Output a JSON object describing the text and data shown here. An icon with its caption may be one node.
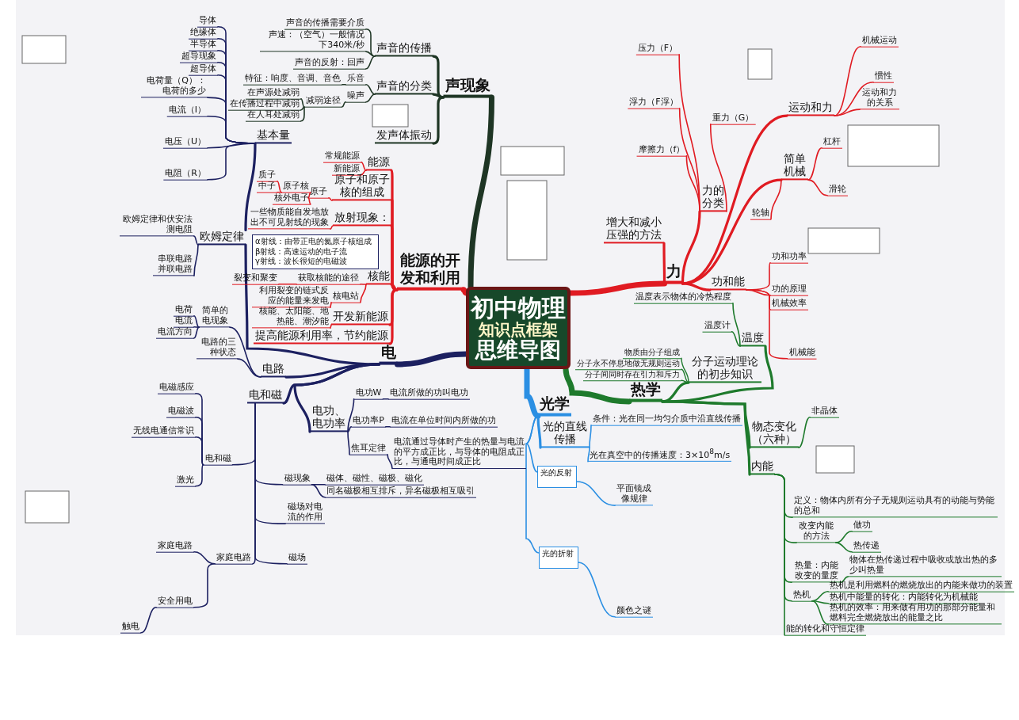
{
  "diagram": {
    "nodes": [
      {
        "text": [
          "初中物理",
          "知识点框架",
          "思维导图"
        ]
      },
      {
        "text": [
          "声现象"
        ]
      },
      {
        "text": [
          "声音的传播"
        ]
      },
      {
        "text": [
          "声音的分类"
        ]
      },
      {
        "text": [
          "发声体振动"
        ]
      },
      {
        "text": [
          "声音的传播需要介质"
        ]
      },
      {
        "text": [
          "声速：（空气）一般情况下340米/秒"
        ]
      },
      {
        "text": [
          "声音的反射：回声"
        ]
      },
      {
        "text": [
          "乐音"
        ]
      },
      {
        "text": [
          "特征：响度、音调、音色"
        ]
      },
      {
        "text": [
          "噪声"
        ]
      },
      {
        "text": [
          "减弱途径"
        ]
      },
      {
        "text": [
          "在声源处减弱"
        ]
      },
      {
        "text": [
          "在传播过程中减弱"
        ]
      },
      {
        "text": [
          "在人耳处减弱"
        ]
      },
      {
        "text": [
          "能源的开发和利用"
        ]
      },
      {
        "text": [
          "能源"
        ]
      },
      {
        "text": [
          "常规能源"
        ]
      },
      {
        "text": [
          "新能源"
        ]
      },
      {
        "text": [
          "原子和原子核的组成"
        ]
      },
      {
        "text": [
          "原子"
        ]
      },
      {
        "text": [
          "原子核"
        ]
      },
      {
        "text": [
          "核外电子"
        ]
      },
      {
        "text": [
          "质子"
        ]
      },
      {
        "text": [
          "中子"
        ]
      },
      {
        "text": [
          "放射现象："
        ]
      },
      {
        "text": [
          "一些物质能自发地放出不可见射线的现象"
        ]
      },
      {
        "text": [
          "α射线：由带正电的氦原子核组成",
          "β射线：高速运动的电子流",
          "γ射线：波长很短的电磁波"
        ]
      },
      {
        "text": [
          "核能"
        ]
      },
      {
        "text": [
          "获取核能的途径"
        ]
      },
      {
        "text": [
          "裂变和聚变"
        ]
      },
      {
        "text": [
          "核电站"
        ]
      },
      {
        "text": [
          "利用裂变的链式反应的能量来发电"
        ]
      },
      {
        "text": [
          "开发新能源"
        ]
      },
      {
        "text": [
          "核能、太阳能、地热能、潮汐能"
        ]
      },
      {
        "text": [
          "提高能源利用率，节约能源"
        ]
      },
      {
        "text": [
          "电"
        ]
      },
      {
        "text": [
          "欧姆定律"
        ]
      },
      {
        "text": [
          "基本量"
        ]
      },
      {
        "text": [
          "导体"
        ]
      },
      {
        "text": [
          "绝缘体"
        ]
      },
      {
        "text": [
          "半导体"
        ]
      },
      {
        "text": [
          "超导现象"
        ]
      },
      {
        "text": [
          "超导体"
        ]
      },
      {
        "text": [
          "电荷量（Q）：电荷的多少"
        ]
      },
      {
        "text": [
          "电流（I）"
        ]
      },
      {
        "text": [
          "电压（U）"
        ]
      },
      {
        "text": [
          "电阻（R）"
        ]
      },
      {
        "text": [
          "欧姆定律和伏安法测电阻"
        ]
      },
      {
        "text": [
          "串联电路并联电路"
        ]
      },
      {
        "text": [
          "电路"
        ]
      },
      {
        "text": [
          "简单的电现象"
        ]
      },
      {
        "text": [
          "电荷"
        ]
      },
      {
        "text": [
          "电流"
        ]
      },
      {
        "text": [
          "电流方向"
        ]
      },
      {
        "text": [
          "电路的三种状态"
        ]
      },
      {
        "text": [
          "电和磁"
        ]
      },
      {
        "text": [
          "电和磁"
        ]
      },
      {
        "text": [
          "电磁感应"
        ]
      },
      {
        "text": [
          "电磁波"
        ]
      },
      {
        "text": [
          "无线电通信常识"
        ]
      },
      {
        "text": [
          "激光"
        ]
      },
      {
        "text": [
          "家庭电路"
        ]
      },
      {
        "text": [
          "家庭电路"
        ]
      },
      {
        "text": [
          "安全用电"
        ]
      },
      {
        "text": [
          "触电"
        ]
      },
      {
        "text": [
          "电功、电功率"
        ]
      },
      {
        "text": [
          "电功W"
        ]
      },
      {
        "text": [
          "电流所做的功叫电功"
        ]
      },
      {
        "text": [
          "电功率P"
        ]
      },
      {
        "text": [
          "电流在单位时间内所做的功"
        ]
      },
      {
        "text": [
          "焦耳定律"
        ]
      },
      {
        "text": [
          "电流通过导体时产生的热量与电流的平方成正比，与导体的电阻成正比，与通电时间成正比"
        ]
      },
      {
        "text": [
          "磁现象"
        ]
      },
      {
        "text": [
          "磁体、磁性、磁极、磁化"
        ]
      },
      {
        "text": [
          "同名磁极相互排斥，异名磁极相互吸引"
        ]
      },
      {
        "text": [
          "磁场对电流的作用"
        ]
      },
      {
        "text": [
          "磁场"
        ]
      },
      {
        "text": [
          "光学"
        ]
      },
      {
        "text": [
          "光的直线传播"
        ]
      },
      {
        "text": [
          "条件：光在同一均匀介质中沿直线传播"
        ]
      },
      {
        "text": [
          "光在真空中的传播速度：3×10$^{8}$m/s"
        ]
      },
      {
        "text": [
          "光的反射"
        ]
      },
      {
        "text": [
          "平面镜成像规律"
        ]
      },
      {
        "text": [
          "光的折射"
        ]
      },
      {
        "text": [
          "颜色之谜"
        ]
      },
      {
        "text": [
          "热学"
        ]
      },
      {
        "text": [
          "温度"
        ]
      },
      {
        "text": [
          "温度表示物体的冷热程度"
        ]
      },
      {
        "text": [
          "温度计"
        ]
      },
      {
        "text": [
          "分子运动理论的初步知识"
        ]
      },
      {
        "text": [
          "物质由分子组成"
        ]
      },
      {
        "text": [
          "分子永不停息地做无规则运动"
        ]
      },
      {
        "text": [
          "分子间同时存在引力和斥力"
        ]
      },
      {
        "text": [
          "物态变化（六种）"
        ]
      },
      {
        "text": [
          "非晶体"
        ]
      },
      {
        "text": [
          "内能"
        ]
      },
      {
        "text": [
          "定义：物体内所有分子无规则运动具有的动能与势能的总和"
        ]
      },
      {
        "text": [
          "改变内能的方法"
        ]
      },
      {
        "text": [
          "做功"
        ]
      },
      {
        "text": [
          "热传递"
        ]
      },
      {
        "text": [
          "热量：内能改变的量度"
        ]
      },
      {
        "text": [
          "物体在热传递过程中吸收或放出热的多少叫热量"
        ]
      },
      {
        "text": [
          "热机"
        ]
      },
      {
        "text": [
          "热机是利用燃料的燃烧放出的内能来做功的装置"
        ]
      },
      {
        "text": [
          "热机中能量的转化：内能转化为机械能"
        ]
      },
      {
        "text": [
          "热机的效率：用来做有用功的那部分能量和燃料完全燃烧放出的能量之比"
        ]
      },
      {
        "text": [
          "能的转化和守恒定律"
        ]
      },
      {
        "text": [
          "力"
        ]
      },
      {
        "text": [
          "力的分类"
        ]
      },
      {
        "text": [
          "压力（F）"
        ]
      },
      {
        "text": [
          "浮力（F浮）"
        ]
      },
      {
        "text": [
          "重力（G）"
        ]
      },
      {
        "text": [
          "摩擦力（f）"
        ]
      },
      {
        "text": [
          "增大和减小压强的方法"
        ]
      },
      {
        "text": [
          "运动和力"
        ]
      },
      {
        "text": [
          "机械运动"
        ]
      },
      {
        "text": [
          "惯性"
        ]
      },
      {
        "text": [
          "运动和力的关系"
        ]
      },
      {
        "text": [
          "简单机械"
        ]
      },
      {
        "text": [
          "杠杆"
        ]
      },
      {
        "text": [
          "滑轮"
        ]
      },
      {
        "text": [
          "轮轴"
        ]
      },
      {
        "text": [
          "功和能"
        ]
      },
      {
        "text": [
          "功和功率"
        ]
      },
      {
        "text": [
          "功的原理"
        ]
      },
      {
        "text": [
          "机械效率"
        ]
      },
      {
        "text": [
          "机械能"
        ]
      }
    ],
    "edges": [
      {
        "from": 0,
        "to": 1,
        "arrow": "none",
        "style": "thick",
        "color": "#1e3524"
      },
      {
        "from": 1,
        "to": 2,
        "arrow": "none",
        "color": "#1e3524"
      },
      {
        "from": 1,
        "to": 3,
        "arrow": "none",
        "color": "#1e3524"
      },
      {
        "from": 1,
        "to": 4,
        "arrow": "none",
        "color": "#1e3524"
      },
      {
        "from": 2,
        "to": 5,
        "arrow": "none",
        "color": "#1e3524"
      },
      {
        "from": 2,
        "to": 6,
        "arrow": "none",
        "color": "#1e3524"
      },
      {
        "from": 2,
        "to": 7,
        "arrow": "none",
        "color": "#1e3524"
      },
      {
        "from": 3,
        "to": 8,
        "arrow": "none",
        "color": "#1e3524"
      },
      {
        "from": 8,
        "to": 9,
        "arrow": "none",
        "color": "#1e3524"
      },
      {
        "from": 3,
        "to": 10,
        "arrow": "none",
        "color": "#1e3524"
      },
      {
        "from": 10,
        "to": 11,
        "arrow": "none",
        "color": "#1e3524"
      },
      {
        "from": 11,
        "to": 12,
        "arrow": "none",
        "color": "#1e3524"
      },
      {
        "from": 11,
        "to": 13,
        "arrow": "none",
        "color": "#1e3524"
      },
      {
        "from": 11,
        "to": 14,
        "arrow": "none",
        "color": "#1e3524"
      },
      {
        "from": 0,
        "to": 15,
        "arrow": "none",
        "style": "thick",
        "color": "#e01b22"
      },
      {
        "from": 15,
        "to": 16,
        "arrow": "none",
        "color": "#e01b22"
      },
      {
        "from": 16,
        "to": 17,
        "arrow": "none",
        "color": "#e01b22"
      },
      {
        "from": 16,
        "to": 18,
        "arrow": "none",
        "color": "#e01b22"
      },
      {
        "from": 15,
        "to": 19,
        "arrow": "none",
        "color": "#e01b22"
      },
      {
        "from": 19,
        "to": 20,
        "arrow": "none",
        "color": "#e01b22"
      },
      {
        "from": 20,
        "to": 21,
        "arrow": "none",
        "color": "#e01b22"
      },
      {
        "from": 20,
        "to": 22,
        "arrow": "none",
        "color": "#e01b22"
      },
      {
        "from": 21,
        "to": 23,
        "arrow": "none",
        "color": "#e01b22"
      },
      {
        "from": 21,
        "to": 24,
        "arrow": "none",
        "color": "#e01b22"
      },
      {
        "from": 15,
        "to": 25,
        "arrow": "none",
        "color": "#e01b22"
      },
      {
        "from": 25,
        "to": 26,
        "arrow": "none",
        "color": "#e01b22"
      },
      {
        "from": 15,
        "to": 28,
        "arrow": "none",
        "color": "#e01b22"
      },
      {
        "from": 28,
        "to": 29,
        "arrow": "none",
        "color": "#e01b22"
      },
      {
        "from": 29,
        "to": 30,
        "arrow": "none",
        "color": "#e01b22"
      },
      {
        "from": 28,
        "to": 31,
        "arrow": "none",
        "color": "#e01b22"
      },
      {
        "from": 31,
        "to": 32,
        "arrow": "none",
        "color": "#e01b22"
      },
      {
        "from": 15,
        "to": 33,
        "arrow": "none",
        "color": "#e01b22"
      },
      {
        "from": 33,
        "to": 34,
        "arrow": "none",
        "color": "#e01b22"
      },
      {
        "from": 15,
        "to": 35,
        "arrow": "none",
        "color": "#e01b22"
      },
      {
        "from": 0,
        "to": 36,
        "arrow": "none",
        "style": "thick"
      },
      {
        "from": 36,
        "to": 37,
        "arrow": "none"
      },
      {
        "from": 37,
        "to": 38,
        "arrow": "none"
      },
      {
        "from": 38,
        "to": 39,
        "arrow": "none"
      },
      {
        "from": 38,
        "to": 40,
        "arrow": "none"
      },
      {
        "from": 38,
        "to": 41,
        "arrow": "none"
      },
      {
        "from": 38,
        "to": 42,
        "arrow": "none"
      },
      {
        "from": 38,
        "to": 43,
        "arrow": "none"
      },
      {
        "from": 38,
        "to": 44,
        "arrow": "none"
      },
      {
        "from": 38,
        "to": 45,
        "arrow": "none"
      },
      {
        "from": 38,
        "to": 46,
        "arrow": "none"
      },
      {
        "from": 38,
        "to": 47,
        "arrow": "none"
      },
      {
        "from": 37,
        "to": 48,
        "arrow": "none"
      },
      {
        "from": 37,
        "to": 49,
        "arrow": "none"
      },
      {
        "from": 36,
        "to": 50,
        "arrow": "none"
      },
      {
        "from": 50,
        "to": 51,
        "arrow": "none"
      },
      {
        "from": 51,
        "to": 52,
        "arrow": "none"
      },
      {
        "from": 51,
        "to": 53,
        "arrow": "none"
      },
      {
        "from": 51,
        "to": 54,
        "arrow": "none"
      },
      {
        "from": 50,
        "to": 55,
        "arrow": "none"
      },
      {
        "from": 36,
        "to": 56,
        "arrow": "none"
      },
      {
        "from": 56,
        "to": 57,
        "arrow": "none"
      },
      {
        "from": 57,
        "to": 58,
        "arrow": "none"
      },
      {
        "from": 57,
        "to": 59,
        "arrow": "none"
      },
      {
        "from": 57,
        "to": 60,
        "arrow": "none"
      },
      {
        "from": 57,
        "to": 61,
        "arrow": "none"
      },
      {
        "from": 56,
        "to": 62,
        "arrow": "none"
      },
      {
        "from": 62,
        "to": 63,
        "arrow": "none"
      },
      {
        "from": 62,
        "to": 64,
        "arrow": "none"
      },
      {
        "from": 64,
        "to": 65,
        "arrow": "none"
      },
      {
        "from": 36,
        "to": 66,
        "arrow": "none"
      },
      {
        "from": 66,
        "to": 67,
        "arrow": "none"
      },
      {
        "from": 67,
        "to": 68,
        "arrow": "none"
      },
      {
        "from": 66,
        "to": 69,
        "arrow": "none"
      },
      {
        "from": 69,
        "to": 70,
        "arrow": "none"
      },
      {
        "from": 66,
        "to": 71,
        "arrow": "none"
      },
      {
        "from": 71,
        "to": 72,
        "arrow": "none"
      },
      {
        "from": 56,
        "to": 73,
        "arrow": "none"
      },
      {
        "from": 73,
        "to": 74,
        "arrow": "none"
      },
      {
        "from": 73,
        "to": 75,
        "arrow": "none"
      },
      {
        "from": 56,
        "to": 76,
        "arrow": "none"
      },
      {
        "from": 56,
        "to": 77,
        "arrow": "none"
      },
      {
        "from": 0,
        "to": 78,
        "arrow": "none",
        "style": "thick",
        "color": "#2b8fe3"
      },
      {
        "from": 78,
        "to": 79,
        "arrow": "none",
        "color": "#2b8fe3"
      },
      {
        "from": 79,
        "to": 80,
        "arrow": "none",
        "color": "#2b8fe3"
      },
      {
        "from": 79,
        "to": 81,
        "arrow": "none",
        "color": "#2b8fe3"
      },
      {
        "from": 78,
        "to": 82,
        "arrow": "none",
        "color": "#2b8fe3"
      },
      {
        "from": 82,
        "to": 83,
        "arrow": "none",
        "color": "#2b8fe3"
      },
      {
        "from": 78,
        "to": 84,
        "arrow": "none",
        "color": "#2b8fe3"
      },
      {
        "from": 84,
        "to": 85,
        "arrow": "none",
        "color": "#2b8fe3"
      },
      {
        "from": 0,
        "to": 86,
        "arrow": "none",
        "style": "thick",
        "color": "#1e7a2c"
      },
      {
        "from": 86,
        "to": 87,
        "arrow": "none",
        "color": "#1e7a2c"
      },
      {
        "from": 87,
        "to": 88,
        "arrow": "none",
        "color": "#1e7a2c"
      },
      {
        "from": 87,
        "to": 89,
        "arrow": "none",
        "color": "#1e7a2c"
      },
      {
        "from": 86,
        "to": 90,
        "arrow": "none",
        "color": "#1e7a2c"
      },
      {
        "from": 90,
        "to": 91,
        "arrow": "none",
        "color": "#1e7a2c"
      },
      {
        "from": 90,
        "to": 92,
        "arrow": "none",
        "color": "#1e7a2c"
      },
      {
        "from": 90,
        "to": 93,
        "arrow": "none",
        "color": "#1e7a2c"
      },
      {
        "from": 86,
        "to": 94,
        "arrow": "none",
        "color": "#1e7a2c"
      },
      {
        "from": 94,
        "to": 95,
        "arrow": "none",
        "color": "#1e7a2c"
      },
      {
        "from": 86,
        "to": 96,
        "arrow": "none",
        "color": "#1e7a2c"
      },
      {
        "from": 96,
        "to": 97,
        "arrow": "none",
        "color": "#1e7a2c"
      },
      {
        "from": 96,
        "to": 98,
        "arrow": "none",
        "color": "#1e7a2c"
      },
      {
        "from": 98,
        "to": 99,
        "arrow": "none",
        "color": "#1e7a2c"
      },
      {
        "from": 98,
        "to": 100,
        "arrow": "none",
        "color": "#1e7a2c"
      },
      {
        "from": 96,
        "to": 101,
        "arrow": "none",
        "color": "#1e7a2c"
      },
      {
        "from": 101,
        "to": 102,
        "arrow": "none",
        "color": "#1e7a2c"
      },
      {
        "from": 96,
        "to": 103,
        "arrow": "none",
        "color": "#1e7a2c"
      },
      {
        "from": 103,
        "to": 104,
        "arrow": "none",
        "color": "#1e7a2c"
      },
      {
        "from": 103,
        "to": 105,
        "arrow": "none",
        "color": "#1e7a2c"
      },
      {
        "from": 103,
        "to": 106,
        "arrow": "none",
        "color": "#1e7a2c"
      },
      {
        "from": 96,
        "to": 107,
        "arrow": "none",
        "color": "#1e7a2c"
      },
      {
        "from": 0,
        "to": 108,
        "arrow": "none",
        "style": "thick",
        "color": "#e01b22"
      },
      {
        "from": 108,
        "to": 109,
        "arrow": "none",
        "color": "#e01b22"
      },
      {
        "from": 109,
        "to": 110,
        "arrow": "none",
        "color": "#e01b22"
      },
      {
        "from": 109,
        "to": 111,
        "arrow": "none",
        "color": "#e01b22"
      },
      {
        "from": 109,
        "to": 112,
        "arrow": "none",
        "color": "#e01b22"
      },
      {
        "from": 109,
        "to": 113,
        "arrow": "none",
        "color": "#e01b22"
      },
      {
        "from": 108,
        "to": 114,
        "arrow": "none",
        "color": "#e01b22"
      },
      {
        "from": 108,
        "to": 115,
        "arrow": "none",
        "color": "#e01b22"
      },
      {
        "from": 115,
        "to": 116,
        "arrow": "none",
        "color": "#e01b22"
      },
      {
        "from": 115,
        "to": 117,
        "arrow": "none",
        "color": "#e01b22"
      },
      {
        "from": 115,
        "to": 118,
        "arrow": "none",
        "color": "#e01b22"
      },
      {
        "from": 108,
        "to": 119,
        "arrow": "none",
        "color": "#e01b22"
      },
      {
        "from": 119,
        "to": 120,
        "arrow": "none",
        "color": "#e01b22"
      },
      {
        "from": 119,
        "to": 121,
        "arrow": "none",
        "color": "#e01b22"
      },
      {
        "from": 119,
        "to": 122,
        "arrow": "none",
        "color": "#e01b22"
      },
      {
        "from": 108,
        "to": 123,
        "arrow": "none",
        "color": "#e01b22"
      },
      {
        "from": 123,
        "to": 124,
        "arrow": "none",
        "color": "#e01b22"
      },
      {
        "from": 123,
        "to": 125,
        "arrow": "none",
        "color": "#e01b22"
      },
      {
        "from": 123,
        "to": 126,
        "arrow": "none",
        "color": "#e01b22"
      },
      {
        "from": 123,
        "to": 127,
        "arrow": "none",
        "color": "#e01b22"
      }
    ]
  }
}
